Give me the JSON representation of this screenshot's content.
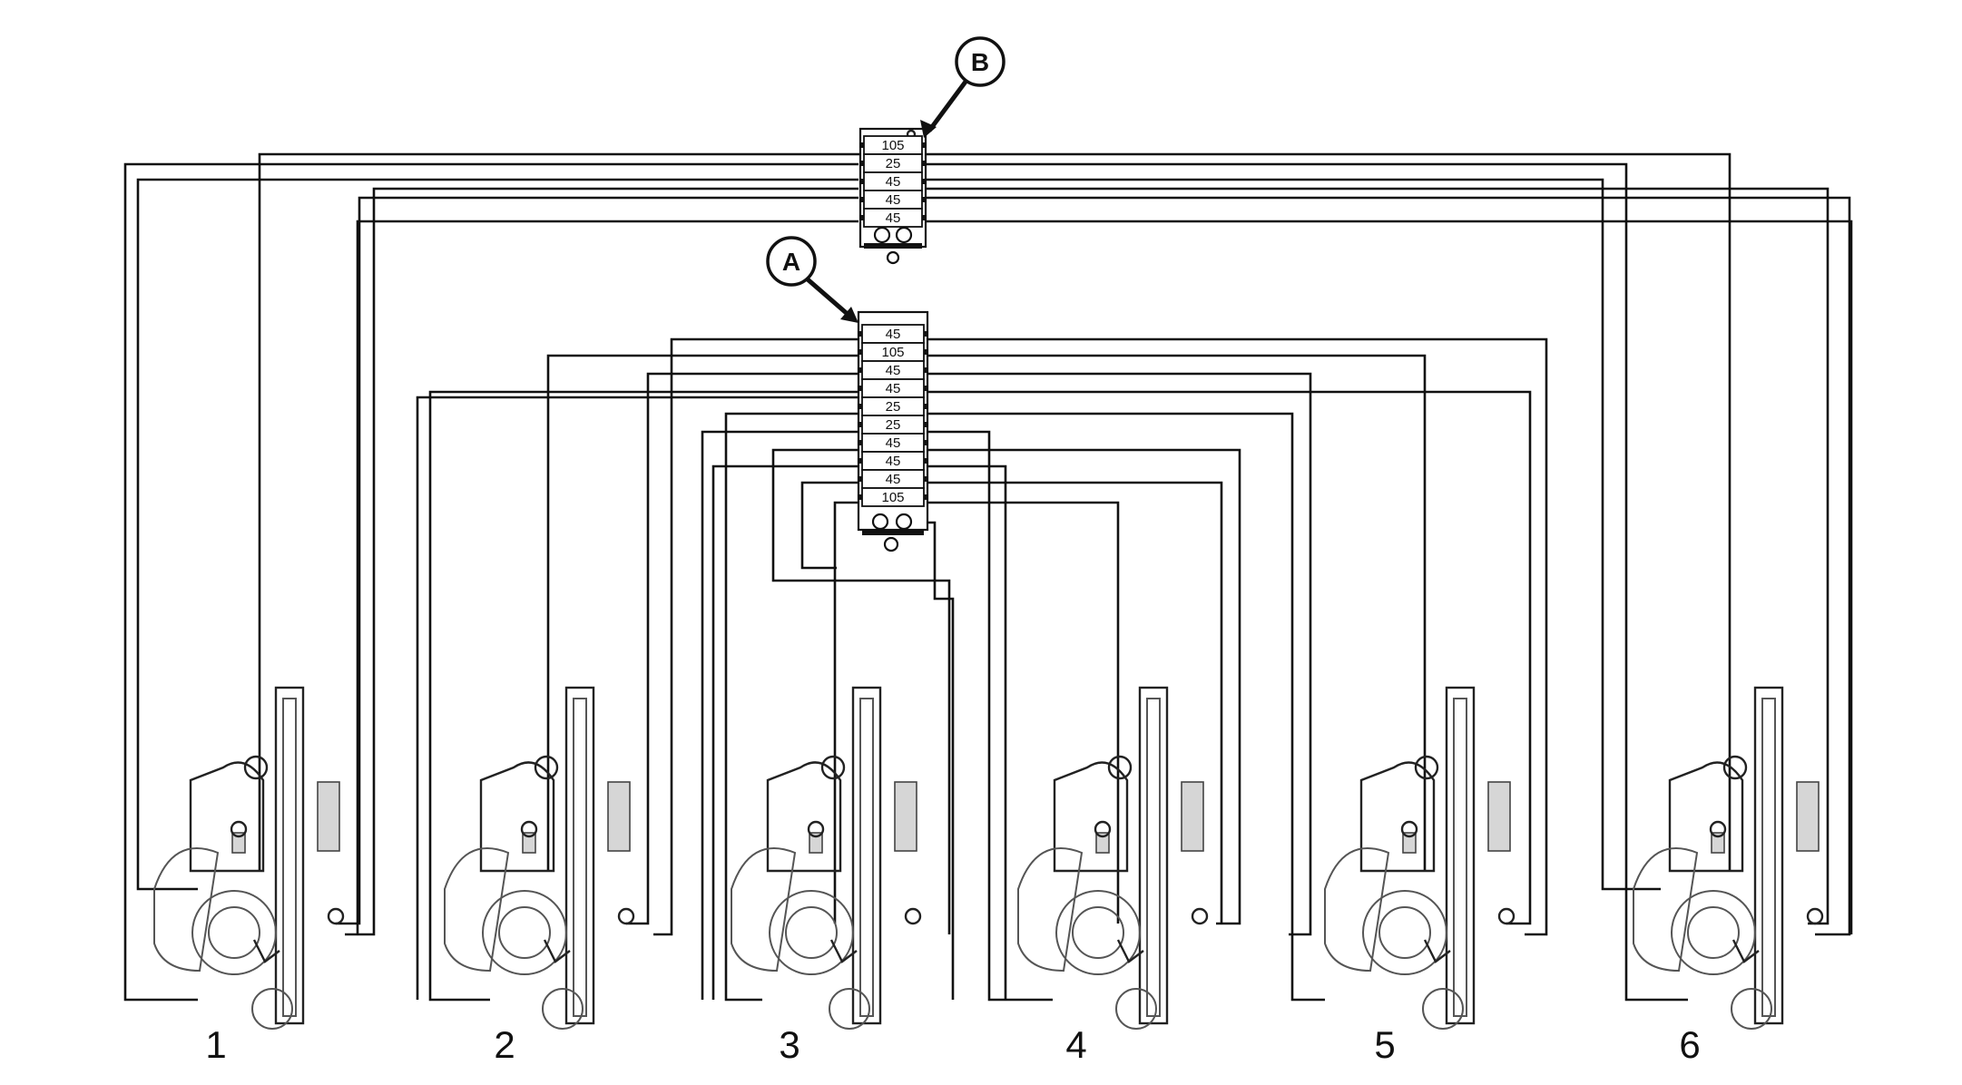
{
  "manifold_b": {
    "callout": "B",
    "slots": [
      "105",
      "25",
      "45",
      "45",
      "45"
    ]
  },
  "manifold_a": {
    "callout": "A",
    "slots": [
      "45",
      "105",
      "45",
      "45",
      "25",
      "25",
      "45",
      "45",
      "45",
      "105"
    ]
  },
  "units": [
    {
      "label": "1"
    },
    {
      "label": "2"
    },
    {
      "label": "3"
    },
    {
      "label": "4"
    },
    {
      "label": "5"
    },
    {
      "label": "6"
    }
  ],
  "colors": {
    "line": "#111111",
    "mechanism": "#555555"
  }
}
